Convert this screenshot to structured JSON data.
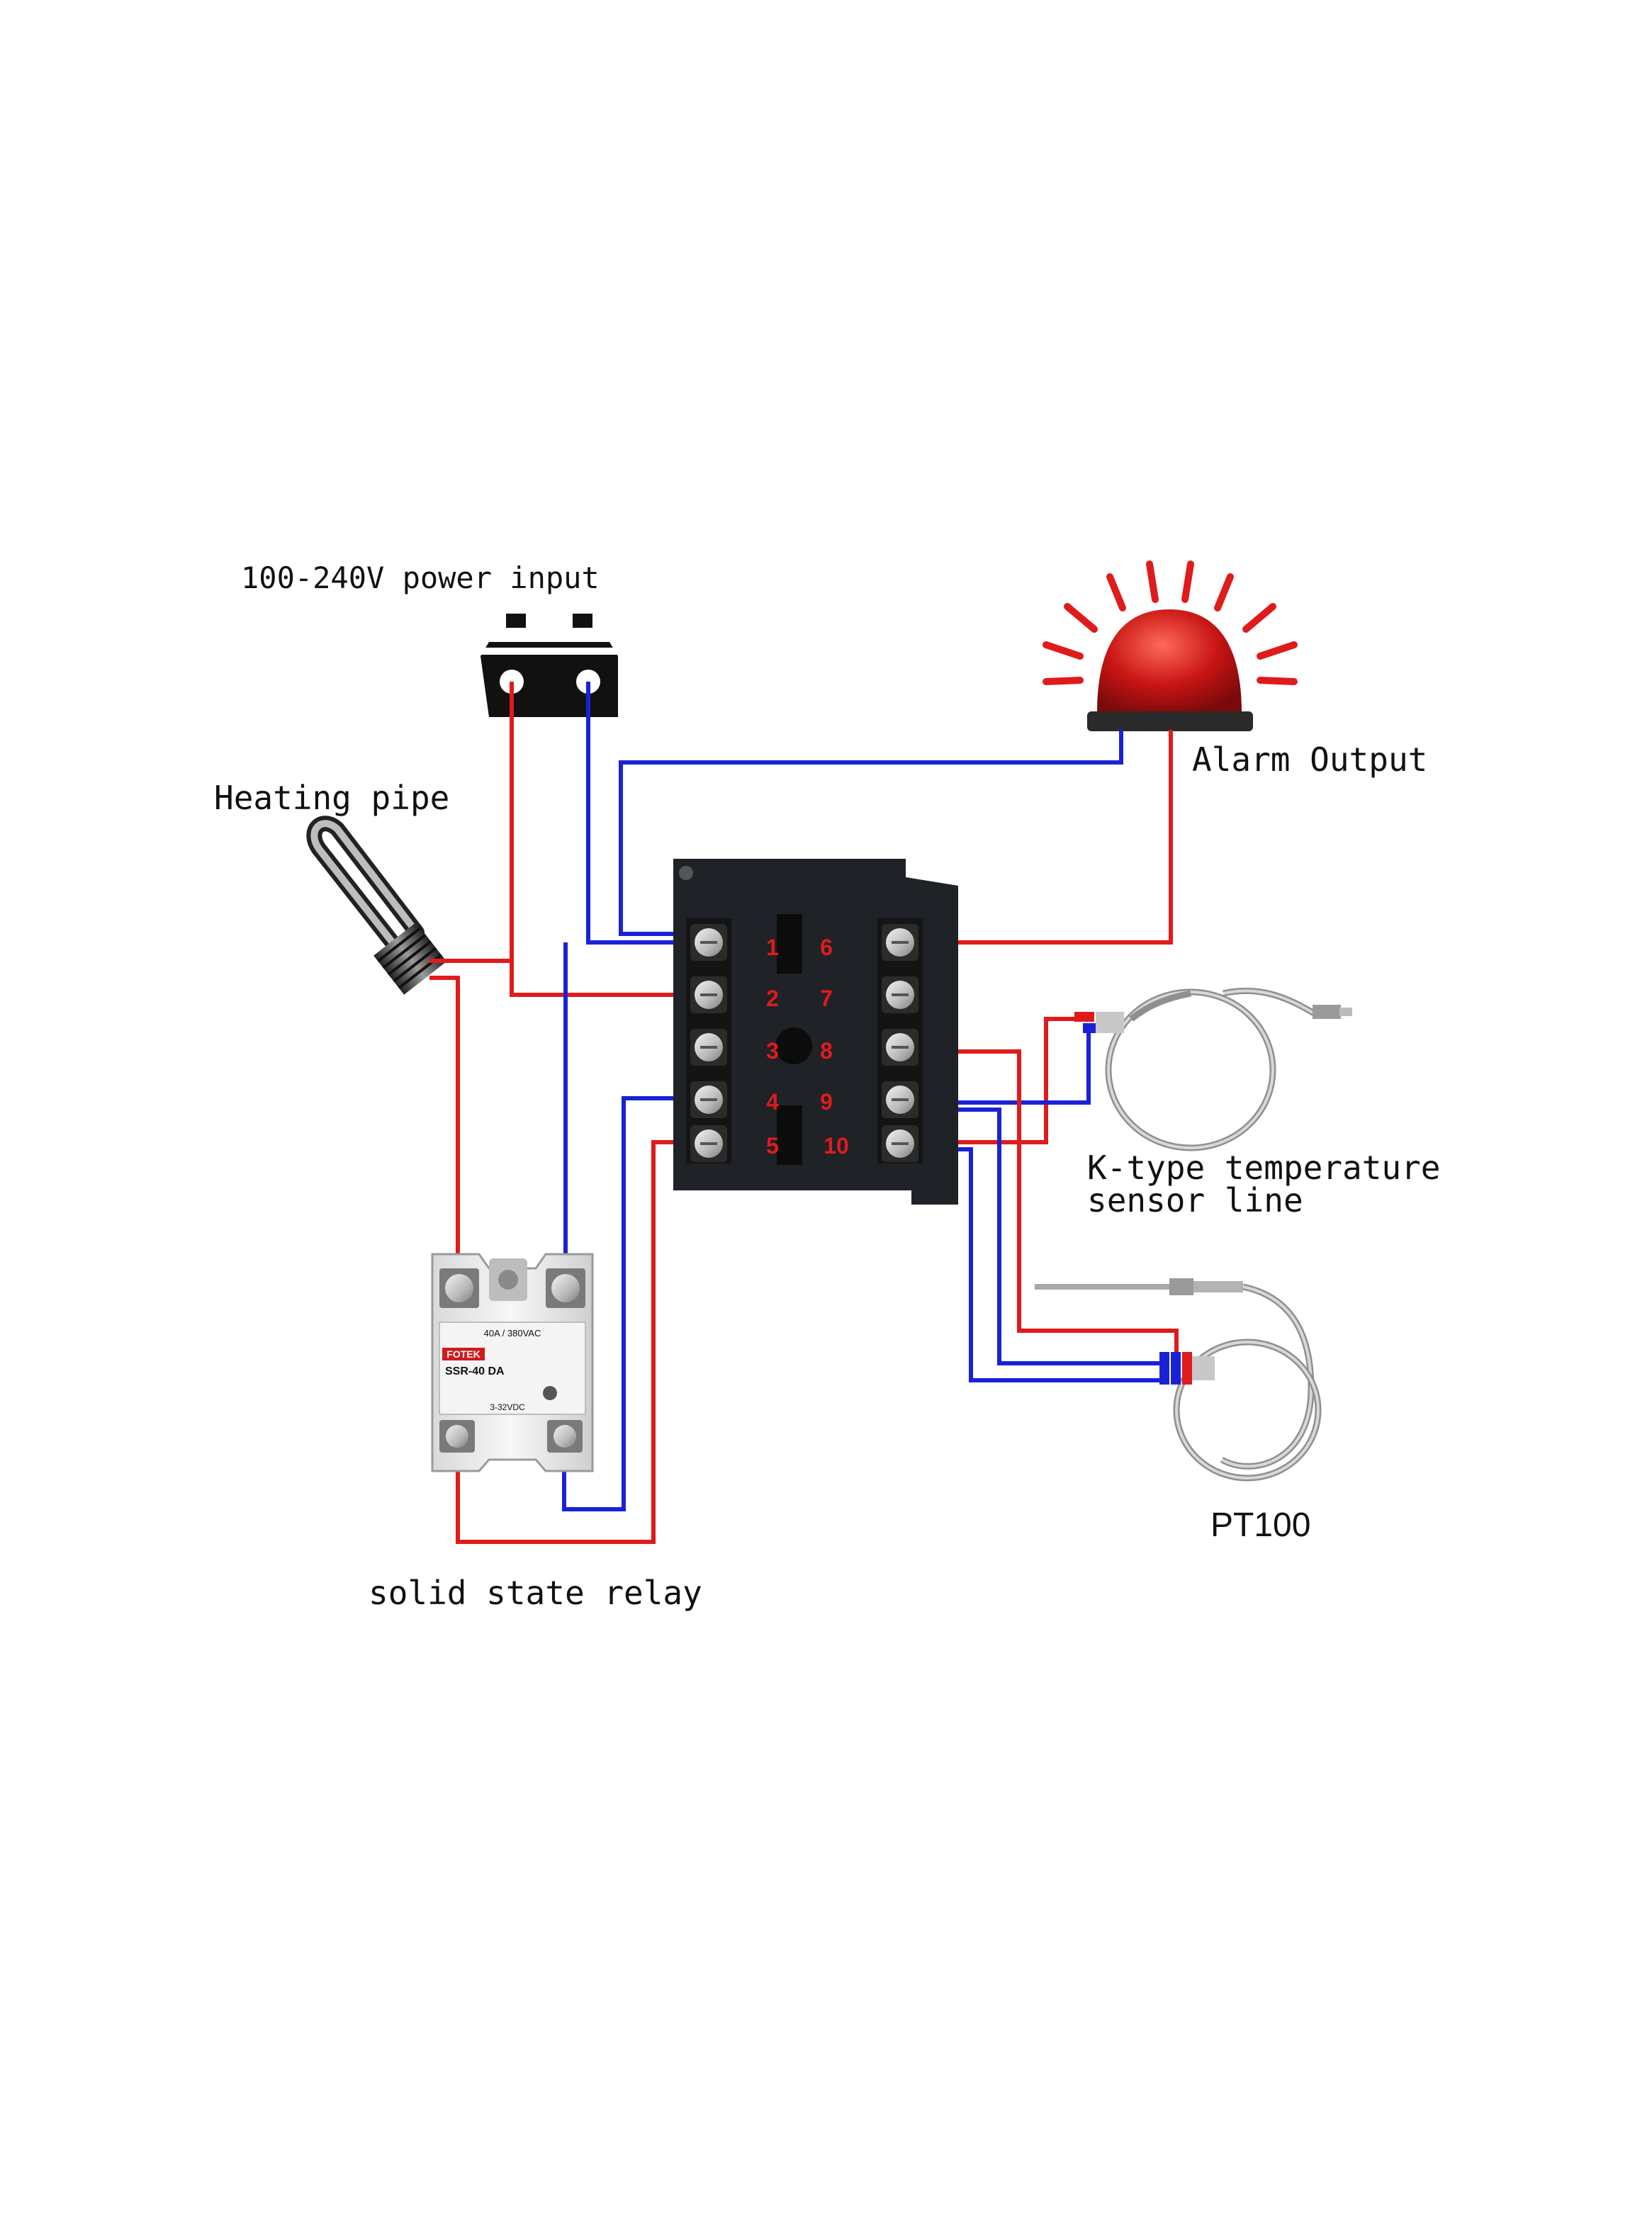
{
  "labels": {
    "power_input": "100-240V power  input",
    "alarm_output": "Alarm Output",
    "heating_pipe": "Heating pipe",
    "ktype_line1": "K-type temperature",
    "ktype_line2": "sensor  line",
    "pt100": "PT100",
    "ssr": "solid state relay"
  },
  "controller": {
    "terminals_left": [
      "1",
      "2",
      "3",
      "4",
      "5"
    ],
    "terminals_right": [
      "6",
      "7",
      "8",
      "9",
      "10"
    ]
  },
  "relay": {
    "rating": "40A / 380VAC",
    "brand": "FOTEK",
    "model": "SSR-40 DA",
    "input": "3-32VDC"
  },
  "colors": {
    "live_wire": "#e01b1b",
    "neutral_wire": "#1a22d6",
    "controller_body": "#1f2226",
    "alarm_dome": "#c81414"
  }
}
